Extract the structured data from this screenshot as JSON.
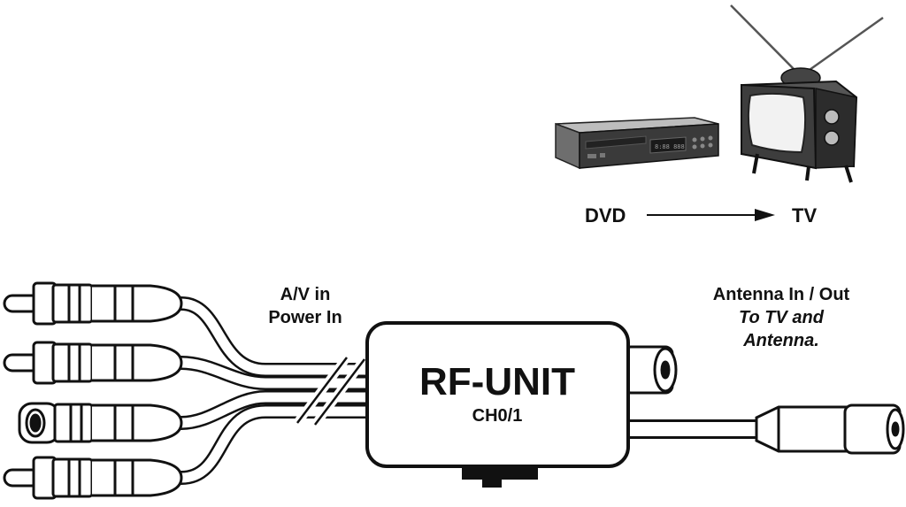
{
  "flow": {
    "source": "DVD",
    "target": "TV"
  },
  "labels": {
    "av_line1": "A/V in",
    "av_line2": "Power In",
    "antenna_line1": "Antenna In / Out",
    "antenna_line2": "To TV and",
    "antenna_line3": "Antenna."
  },
  "unit": {
    "name": "RF-UNIT",
    "channel": "CH0/1"
  },
  "dvd_display": "8:88 888",
  "icons": {
    "dvd": "dvd-player-icon",
    "tv": "retro-tv-icon",
    "plug": "rca-plug-icon"
  }
}
